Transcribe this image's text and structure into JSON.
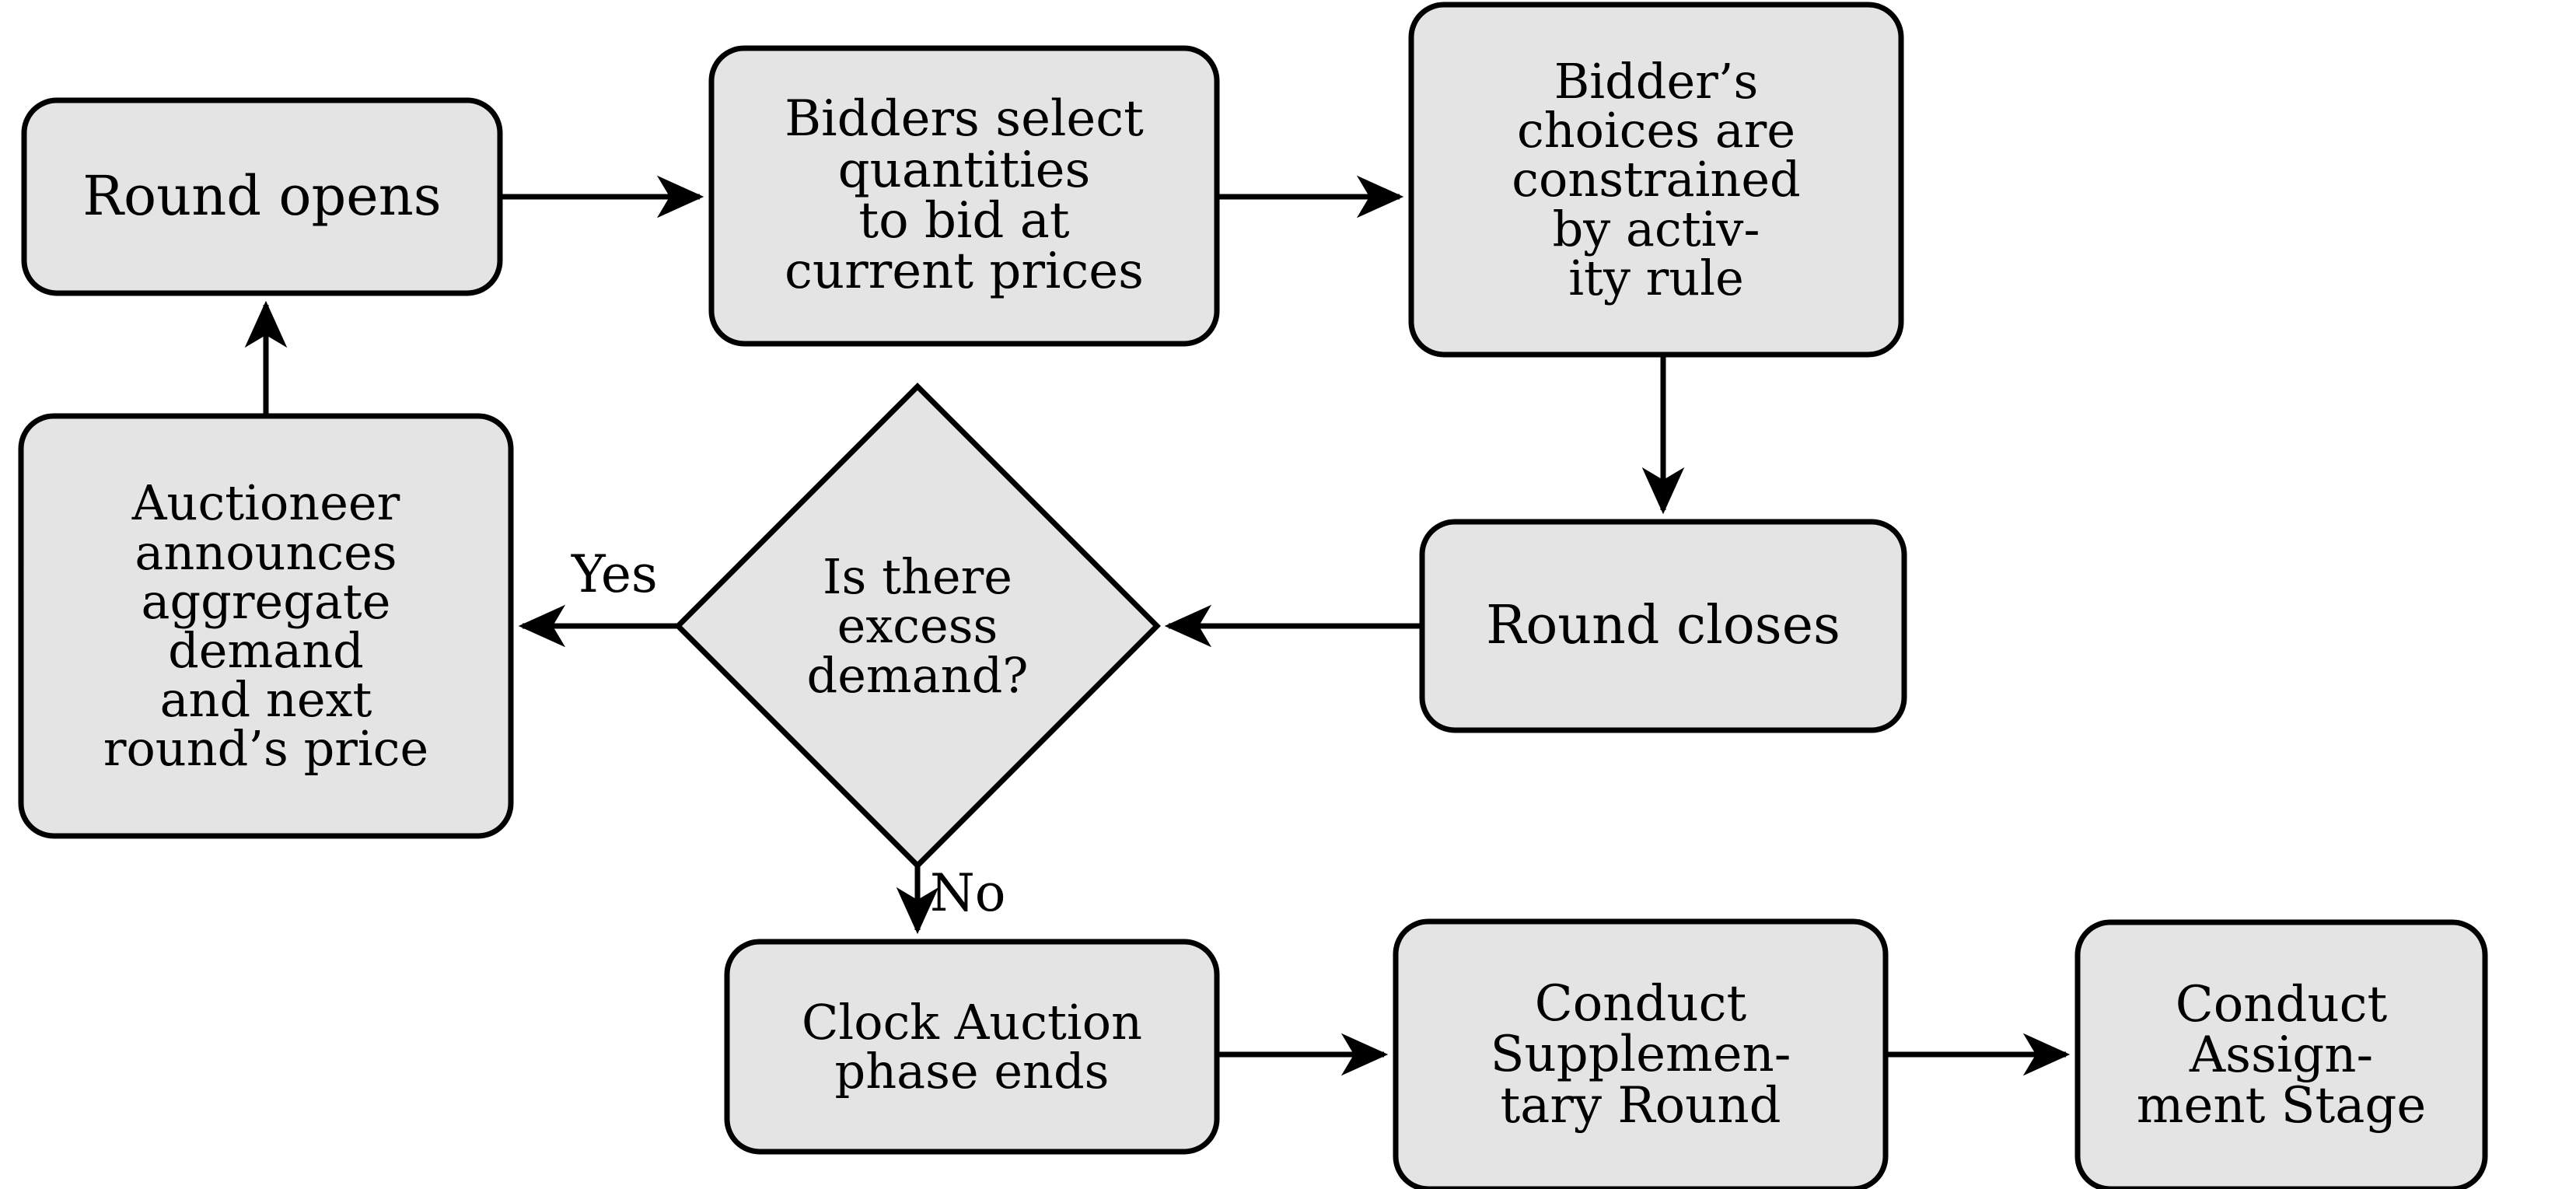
{
  "diagram": {
    "title": "Clock Auction process flowchart",
    "colors": {
      "node_fill": "#e4e4e4",
      "node_stroke": "#000000",
      "edge_stroke": "#000000",
      "background": "#ffffff",
      "text": "#000000"
    },
    "nodes": [
      {
        "id": "round-opens",
        "shape": "rounded-rect",
        "lines": [
          "Round opens"
        ]
      },
      {
        "id": "bidders-select-quantities",
        "shape": "rounded-rect",
        "lines": [
          "Bidders select",
          "quantities",
          "to bid at",
          "current prices"
        ]
      },
      {
        "id": "bidders-choices-constrained",
        "shape": "rounded-rect",
        "lines": [
          "Bidder’s",
          "choices are",
          "constrained",
          "by activ-",
          "ity rule"
        ]
      },
      {
        "id": "round-closes",
        "shape": "rounded-rect",
        "lines": [
          "Round closes"
        ]
      },
      {
        "id": "excess-demand-decision",
        "shape": "diamond",
        "lines": [
          "Is there",
          "excess",
          "demand?"
        ]
      },
      {
        "id": "auctioneer-announces",
        "shape": "rounded-rect",
        "lines": [
          "Auctioneer",
          "announces",
          "aggregate",
          "demand",
          "and next",
          "round’s price"
        ]
      },
      {
        "id": "clock-auction-phase-ends",
        "shape": "rounded-rect",
        "lines": [
          "Clock Auction",
          "phase ends"
        ]
      },
      {
        "id": "conduct-supplementary-round",
        "shape": "rounded-rect",
        "lines": [
          "Conduct",
          "Supplemen-",
          "tary Round"
        ]
      },
      {
        "id": "conduct-assignment-stage",
        "shape": "rounded-rect",
        "lines": [
          "Conduct",
          "Assign-",
          "ment Stage"
        ]
      }
    ],
    "edge_labels": {
      "yes": "Yes",
      "no": "No"
    },
    "edges": [
      {
        "from": "round-opens",
        "to": "bidders-select-quantities",
        "label": ""
      },
      {
        "from": "bidders-select-quantities",
        "to": "bidders-choices-constrained",
        "label": ""
      },
      {
        "from": "bidders-choices-constrained",
        "to": "round-closes",
        "label": ""
      },
      {
        "from": "round-closes",
        "to": "excess-demand-decision",
        "label": ""
      },
      {
        "from": "excess-demand-decision",
        "to": "auctioneer-announces",
        "label": "Yes"
      },
      {
        "from": "auctioneer-announces",
        "to": "round-opens",
        "label": ""
      },
      {
        "from": "excess-demand-decision",
        "to": "clock-auction-phase-ends",
        "label": "No"
      },
      {
        "from": "clock-auction-phase-ends",
        "to": "conduct-supplementary-round",
        "label": ""
      },
      {
        "from": "conduct-supplementary-round",
        "to": "conduct-assignment-stage",
        "label": ""
      }
    ]
  }
}
